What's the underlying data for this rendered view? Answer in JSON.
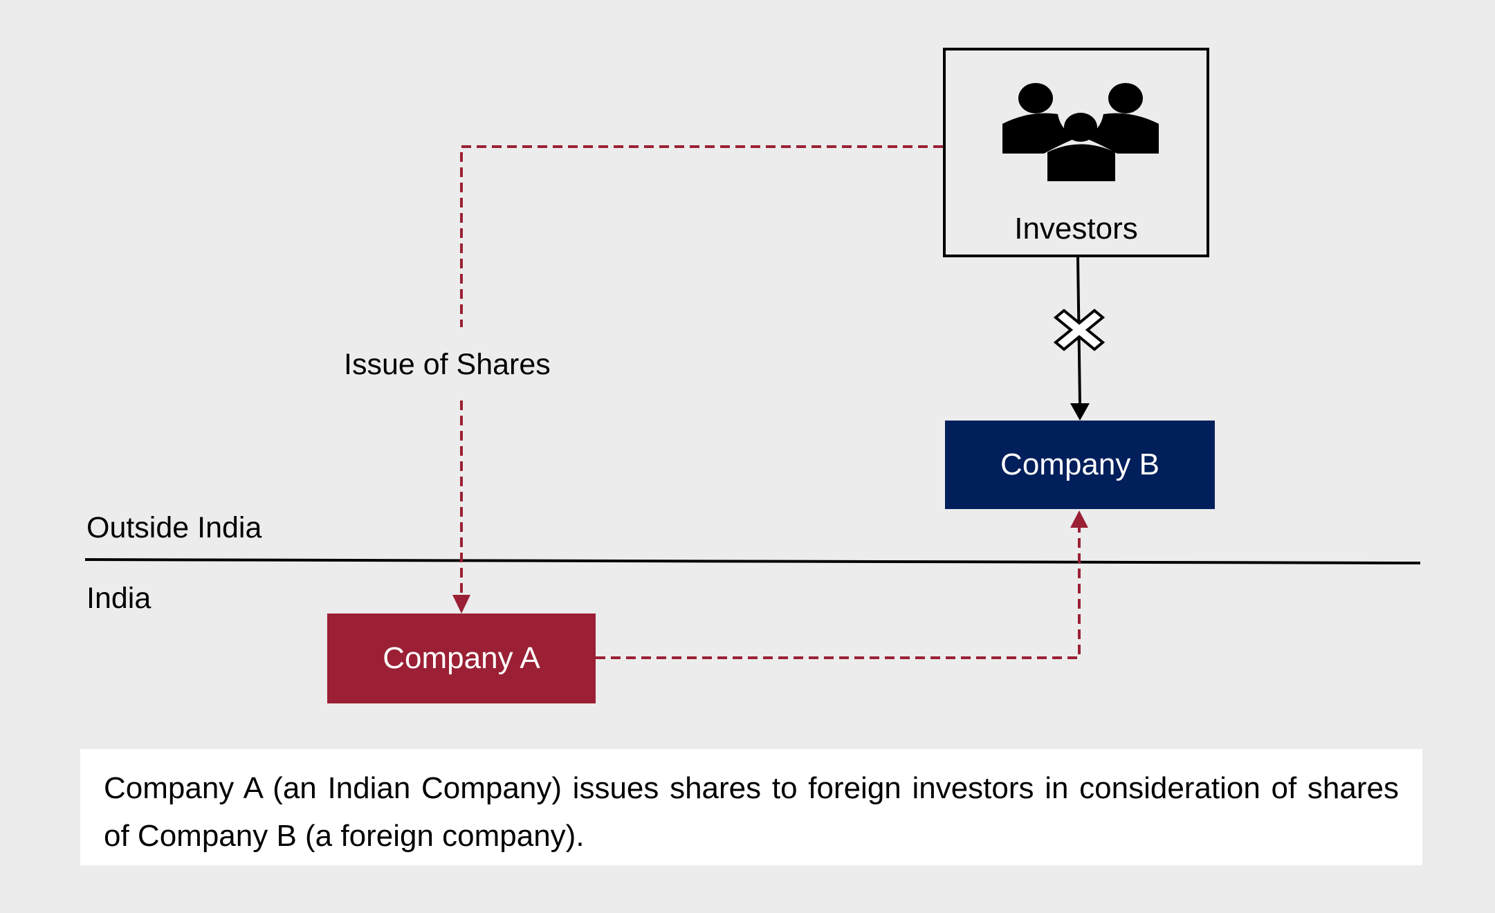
{
  "nodes": {
    "investors": "Investors",
    "company_a": "Company A",
    "company_b": "Company B"
  },
  "regions": {
    "outside": "Outside India",
    "inside": "India"
  },
  "edges": {
    "issue_label": "Issue of Shares"
  },
  "caption": "Company A (an Indian Company) issues shares to foreign investors in consideration of shares of Company B (a foreign company).",
  "colors": {
    "company_a": "#9b2035",
    "company_b": "#001f5b",
    "dashed": "#9b2035",
    "background": "#ebeceb"
  }
}
